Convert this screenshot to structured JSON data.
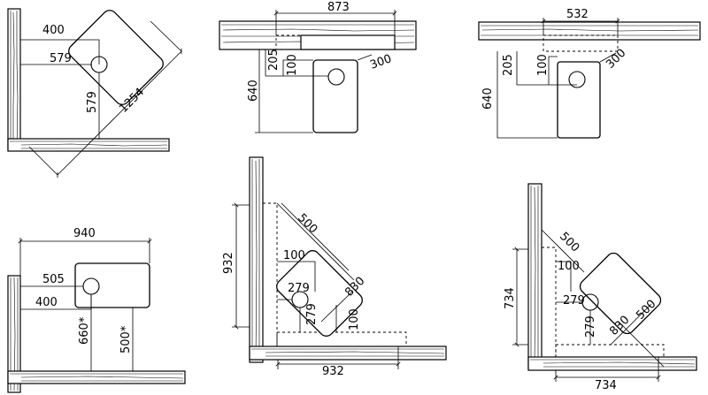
{
  "diagrams": [
    {
      "id": "corner-top-left",
      "labels": [
        "400",
        "579",
        "579",
        "1254"
      ]
    },
    {
      "id": "wall-top-middle",
      "labels": [
        "873",
        "205",
        "100",
        "300",
        "640"
      ]
    },
    {
      "id": "wall-top-right",
      "labels": [
        "532",
        "205",
        "100",
        "300",
        "640"
      ]
    },
    {
      "id": "corner-bottom-left",
      "labels": [
        "940",
        "505",
        "400",
        "660*",
        "500*"
      ]
    },
    {
      "id": "corner-bottom-middle",
      "labels": [
        "500",
        "100",
        "279",
        "830",
        "279",
        "100",
        "932",
        "932"
      ]
    },
    {
      "id": "corner-bottom-right",
      "labels": [
        "500",
        "100",
        "279",
        "830",
        "279",
        "500",
        "734",
        "734"
      ]
    }
  ]
}
